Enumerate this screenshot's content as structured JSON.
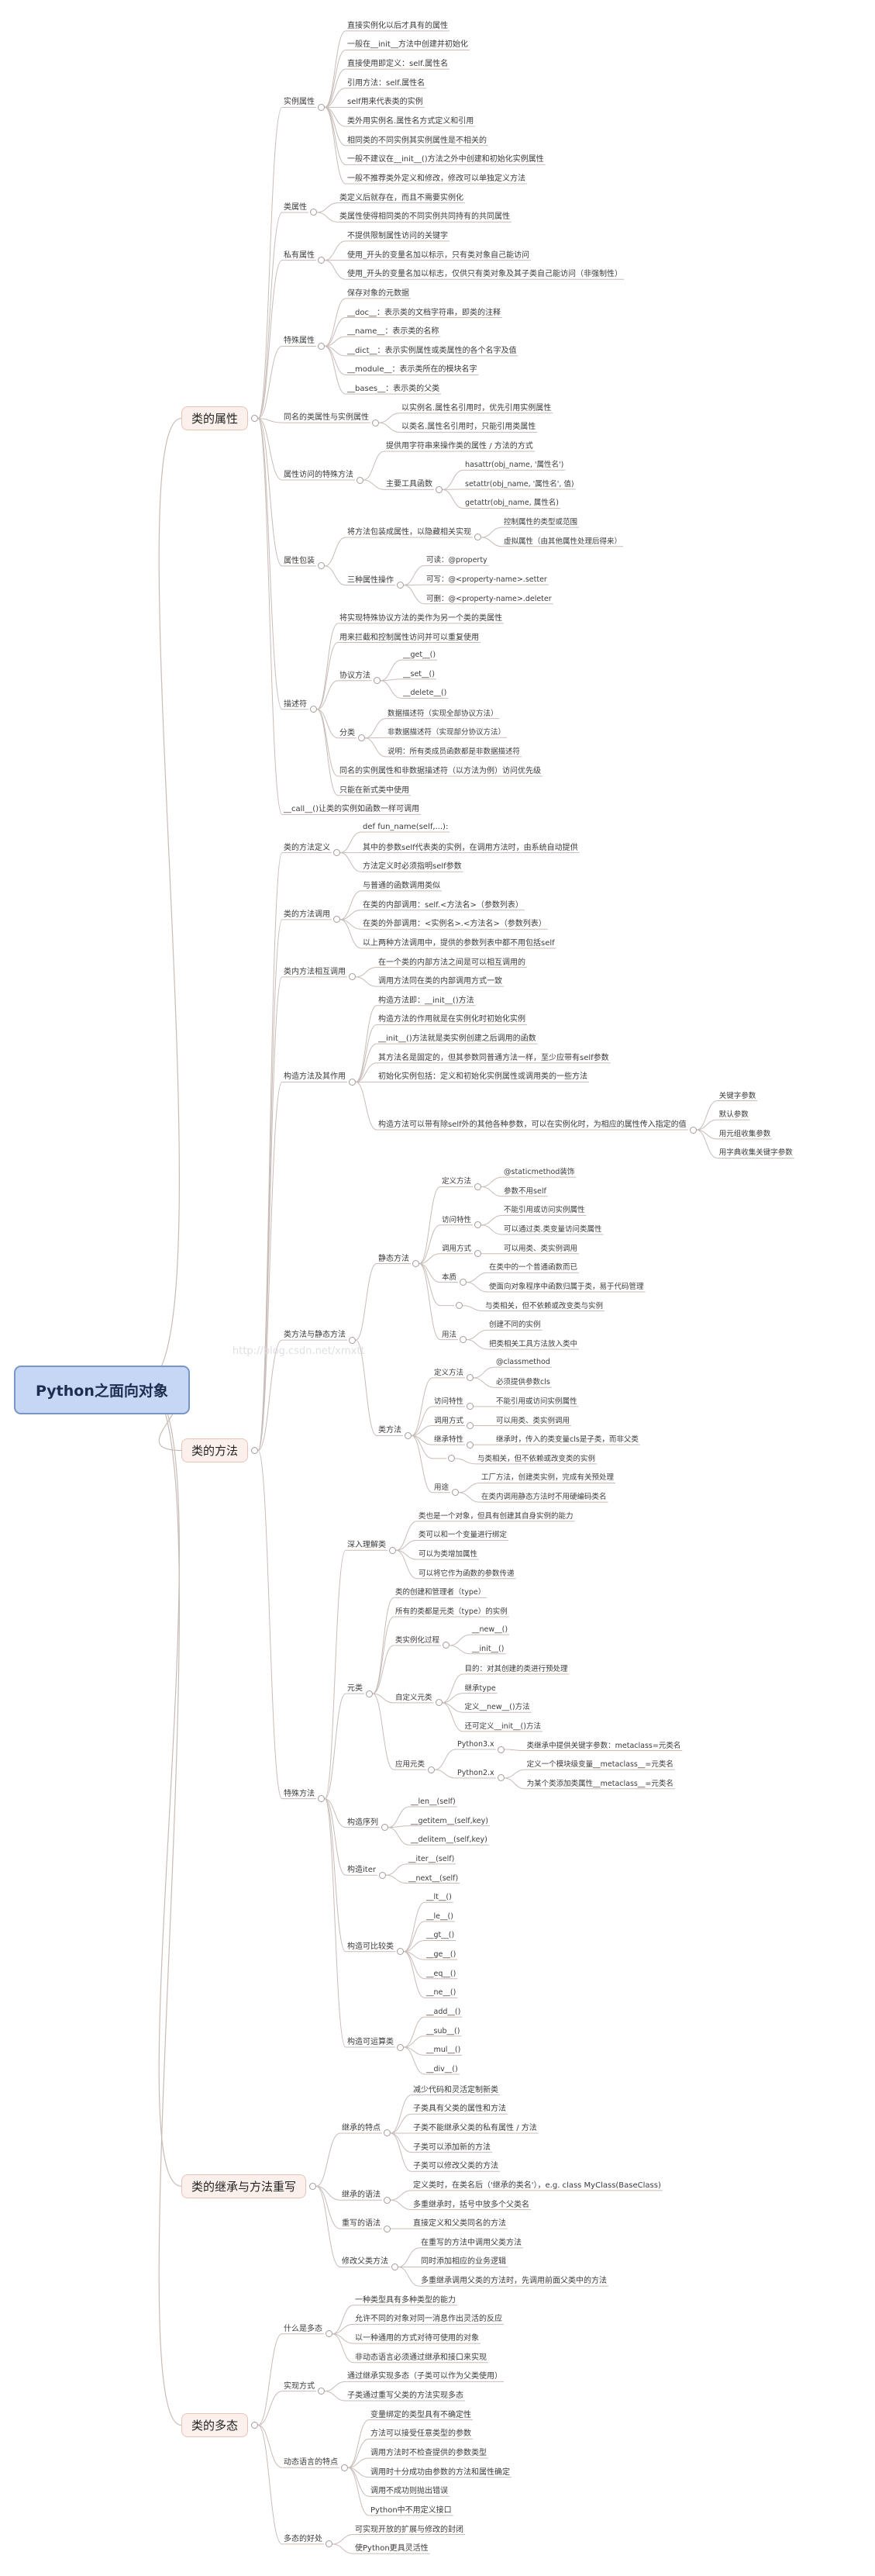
{
  "root": {
    "label": "Python之面向对象"
  },
  "watermark": "http://blog.csdn.net/xmxtt",
  "colors": {
    "line": "#c8bcb8",
    "root_fill": "#c6d7f5",
    "branch_fill": "#fbf0ec"
  },
  "tree": [
    {
      "text": "类的属性",
      "children": [
        {
          "text": "实例属性",
          "children": [
            {
              "text": "直接实例化以后才具有的属性"
            },
            {
              "text": "一般在__init__方法中创建并初始化"
            },
            {
              "text": "直接使用即定义：self.属性名"
            },
            {
              "text": "引用方法：self.属性名"
            },
            {
              "text": "self用来代表类的实例"
            },
            {
              "text": "类外用实例名.属性名方式定义和引用"
            },
            {
              "text": "相同类的不同实例其实例属性是不相关的"
            },
            {
              "text": "一般不建议在__init__()方法之外中创建和初始化实例属性"
            },
            {
              "text": "一般不推荐类外定义和修改，修改可以单独定义方法"
            }
          ]
        },
        {
          "text": "类属性",
          "children": [
            {
              "text": "类定义后就存在，而且不需要实例化"
            },
            {
              "text": "类属性使得相同类的不同实例共同持有的共同属性"
            }
          ]
        },
        {
          "text": "私有属性",
          "children": [
            {
              "text": "不提供限制属性访问的关键字"
            },
            {
              "text": "使用_开头的变量名加以标示，只有类对象自己能访问"
            },
            {
              "text": "使用_开头的变量名加以标志，仅供只有类对象及其子类自己能访问（非强制性）"
            }
          ]
        },
        {
          "text": "特殊属性",
          "children": [
            {
              "text": "保存对象的元数据"
            },
            {
              "text": "__doc__：表示类的文档字符串，即类的注释"
            },
            {
              "text": "__name__：表示类的名称"
            },
            {
              "text": "__dict__：表示实例属性或类属性的各个名字及值"
            },
            {
              "text": "__module__：表示类所在的模块名字"
            },
            {
              "text": "__bases__：表示类的父类"
            }
          ]
        },
        {
          "text": "同名的类属性与实例属性",
          "children": [
            {
              "text": "以实例名.属性名引用时，优先引用实例属性"
            },
            {
              "text": "以类名.属性名引用时，只能引用类属性"
            }
          ]
        },
        {
          "text": "属性访问的特殊方法",
          "children": [
            {
              "text": "提供用字符串来操作类的属性 / 方法的方式"
            },
            {
              "text": "主要工具函数",
              "children": [
                {
                  "text": "hasattr(obj_name, '属性名')"
                },
                {
                  "text": "setattr(obj_name, '属性名', 值)"
                },
                {
                  "text": "getattr(obj_name, 属性名)"
                }
              ]
            }
          ]
        },
        {
          "text": "属性包装",
          "children": [
            {
              "text": "将方法包装成属性，以隐藏相关实现",
              "children": [
                {
                  "text": "控制属性的类型或范围"
                },
                {
                  "text": "虚拟属性（由其他属性处理后得来）"
                }
              ]
            },
            {
              "text": "三种属性操作",
              "children": [
                {
                  "text": "可读：@property"
                },
                {
                  "text": "可写：@<property-name>.setter"
                },
                {
                  "text": "可删：@<property-name>.deleter"
                }
              ]
            }
          ]
        },
        {
          "text": "描述符",
          "children": [
            {
              "text": "将实现特殊协议方法的类作为另一个类的类属性"
            },
            {
              "text": "用来拦截和控制属性访问并可以重复使用"
            },
            {
              "text": "协议方法",
              "children": [
                {
                  "text": "__get__()"
                },
                {
                  "text": "__set__()"
                },
                {
                  "text": "__delete__()"
                }
              ]
            },
            {
              "text": "分类",
              "children": [
                {
                  "text": "数据描述符（实现全部协议方法）"
                },
                {
                  "text": "非数据描述符（实现部分协议方法）"
                },
                {
                  "text": "说明：所有类成员函数都是非数据描述符"
                }
              ]
            },
            {
              "text": "同名的实例属性和非数据描述符（以方法为例）访问优先级"
            },
            {
              "text": "只能在新式类中使用"
            }
          ]
        },
        {
          "text": "__call__()让类的实例如函数一样可调用"
        }
      ]
    },
    {
      "text": "类的方法",
      "children": [
        {
          "text": "类的方法定义",
          "children": [
            {
              "text": "def fun_name(self,...):"
            },
            {
              "text": "其中的参数self代表类的实例，在调用方法时，由系统自动提供"
            },
            {
              "text": "方法定义时必须指明self参数"
            }
          ]
        },
        {
          "text": "类的方法调用",
          "children": [
            {
              "text": "与普通的函数调用类似"
            },
            {
              "text": "在类的内部调用：self.<方法名>（参数列表）"
            },
            {
              "text": "在类的外部调用：<实例名>.<方法名>（参数列表）"
            },
            {
              "text": "以上两种方法调用中，提供的参数列表中都不用包括self"
            }
          ]
        },
        {
          "text": "类内方法相互调用",
          "children": [
            {
              "text": "在一个类的内部方法之间是可以相互调用的"
            },
            {
              "text": "调用方法同在类的内部调用方式一致"
            }
          ]
        },
        {
          "text": "构造方法及其作用",
          "children": [
            {
              "text": "构造方法即：__init__()方法"
            },
            {
              "text": "构造方法的作用就是在实例化时初始化实例"
            },
            {
              "text": "__init__()方法就是类实例创建之后调用的函数"
            },
            {
              "text": "其方法名是固定的，但其参数同普通方法一样，至少应带有self参数"
            },
            {
              "text": "初始化实例包括：定义和初始化实例属性或调用类的一些方法"
            },
            {
              "text": "构造方法可以带有除self外的其他各种参数，可以在实例化时，为相应的属性传入指定的值",
              "children": [
                {
                  "text": "关键字参数"
                },
                {
                  "text": "默认参数"
                },
                {
                  "text": "用元组收集参数"
                },
                {
                  "text": "用字典收集关键字参数"
                }
              ]
            }
          ]
        },
        {
          "text": "类方法与静态方法",
          "children": [
            {
              "text": "静态方法",
              "children": [
                {
                  "text": "定义方法",
                  "children": [
                    {
                      "text": "@staticmethod装饰"
                    },
                    {
                      "text": "参数不用self"
                    }
                  ]
                },
                {
                  "text": "访问特性",
                  "children": [
                    {
                      "text": "不能引用或访问实例属性"
                    },
                    {
                      "text": "可以通过类.类变量访问类属性"
                    }
                  ]
                },
                {
                  "text": "调用方式",
                  "children": [
                    {
                      "text": "可以用类、类实例调用"
                    }
                  ]
                },
                {
                  "text": "本质",
                  "children": [
                    {
                      "text": "在类中的一个普通函数而已"
                    },
                    {
                      "text": "使面向对象程序中函数归属于类，易于代码管理"
                    }
                  ]
                },
                {
                  "text": "",
                  "children": [
                    {
                      "text": "与类相关，但不依赖或改变类与实例"
                    }
                  ]
                },
                {
                  "text": "用法",
                  "children": [
                    {
                      "text": "创建不同的实例"
                    },
                    {
                      "text": "把类相关工具方法放入类中"
                    }
                  ]
                }
              ]
            },
            {
              "text": "类方法",
              "children": [
                {
                  "text": "定义方法",
                  "children": [
                    {
                      "text": "@classmethod"
                    },
                    {
                      "text": "必须提供参数cls"
                    }
                  ]
                },
                {
                  "text": "访问特性",
                  "children": [
                    {
                      "text": "不能引用或访问实例属性"
                    }
                  ]
                },
                {
                  "text": "调用方式",
                  "children": [
                    {
                      "text": "可以用类、类实例调用"
                    }
                  ]
                },
                {
                  "text": "继承特性",
                  "children": [
                    {
                      "text": "继承时，传入的类变量cls是子类，而非父类"
                    }
                  ]
                },
                {
                  "text": "",
                  "children": [
                    {
                      "text": "与类相关，但不依赖或改变类的实例"
                    }
                  ]
                },
                {
                  "text": "用途",
                  "children": [
                    {
                      "text": "工厂方法，创建类实例，完成有关预处理"
                    },
                    {
                      "text": "在类内调用静态方法时不用硬编码类名"
                    }
                  ]
                }
              ]
            }
          ]
        },
        {
          "text": "特殊方法",
          "children": [
            {
              "text": "深入理解类",
              "children": [
                {
                  "text": "类也是一个对象，但具有创建其自身实例的能力"
                },
                {
                  "text": "类可以和一个变量进行绑定"
                },
                {
                  "text": "可以为类增加属性"
                },
                {
                  "text": "可以将它作为函数的参数传递"
                }
              ]
            },
            {
              "text": "元类",
              "children": [
                {
                  "text": "类的创建和管理者（type）"
                },
                {
                  "text": "所有的类都是元类（type）的实例"
                },
                {
                  "text": "类实例化过程",
                  "children": [
                    {
                      "text": "__new__()"
                    },
                    {
                      "text": "__init__()"
                    }
                  ]
                },
                {
                  "text": "自定义元类",
                  "children": [
                    {
                      "text": "目的：对其创建的类进行预处理"
                    },
                    {
                      "text": "继承type"
                    },
                    {
                      "text": "定义__new__()方法"
                    },
                    {
                      "text": "还可定义__init__()方法"
                    }
                  ]
                },
                {
                  "text": "应用元类",
                  "children": [
                    {
                      "text": "Python3.x",
                      "children": [
                        {
                          "text": "类继承中提供关键字参数：metaclass=元类名"
                        }
                      ]
                    },
                    {
                      "text": "Python2.x",
                      "children": [
                        {
                          "text": "定义一个模块级变量__metaclass__=元类名"
                        },
                        {
                          "text": "为某个类添加类属性__metaclass__=元类名"
                        }
                      ]
                    }
                  ]
                }
              ]
            },
            {
              "text": "构造序列",
              "children": [
                {
                  "text": "__len__(self)"
                },
                {
                  "text": "__getitem__(self,key)"
                },
                {
                  "text": "__delitem__(self,key)"
                }
              ]
            },
            {
              "text": "构造iter",
              "children": [
                {
                  "text": "__iter__(self)"
                },
                {
                  "text": "__next__(self)"
                }
              ]
            },
            {
              "text": "构造可比较类",
              "children": [
                {
                  "text": "__lt__()"
                },
                {
                  "text": "__le__()"
                },
                {
                  "text": "__gt__()"
                },
                {
                  "text": "__ge__()"
                },
                {
                  "text": "__eq__()"
                },
                {
                  "text": "__ne__()"
                }
              ]
            },
            {
              "text": "构造可运算类",
              "children": [
                {
                  "text": "__add__()"
                },
                {
                  "text": "__sub__()"
                },
                {
                  "text": "__mul__()"
                },
                {
                  "text": "__div__()"
                }
              ]
            }
          ]
        }
      ]
    },
    {
      "text": "类的继承与方法重写",
      "children": [
        {
          "text": "继承的特点",
          "children": [
            {
              "text": "减少代码和灵活定制新类"
            },
            {
              "text": "子类具有父类的属性和方法"
            },
            {
              "text": "子类不能继承父类的私有属性 / 方法"
            },
            {
              "text": "子类可以添加新的方法"
            },
            {
              "text": "子类可以修改父类的方法"
            }
          ]
        },
        {
          "text": "继承的语法",
          "children": [
            {
              "text": "定义类时，在类名后（'继承的类名'），e.g. class MyClass(BaseClass)"
            },
            {
              "text": "多重继承时，括号中放多个父类名"
            }
          ]
        },
        {
          "text": "重写的语法",
          "children": [
            {
              "text": "直接定义和父类同名的方法"
            }
          ]
        },
        {
          "text": "修改父类方法",
          "children": [
            {
              "text": "在重写的方法中调用父类方法"
            },
            {
              "text": "同时添加相应的业务逻辑"
            },
            {
              "text": "多重继承调用父类的方法时，先调用前面父类中的方法"
            }
          ]
        }
      ]
    },
    {
      "text": "类的多态",
      "children": [
        {
          "text": "什么是多态",
          "children": [
            {
              "text": "一种类型具有多种类型的能力"
            },
            {
              "text": "允许不同的对象对同一消息作出灵活的反应"
            },
            {
              "text": "以一种通用的方式对待可使用的对象"
            },
            {
              "text": "非动态语言必须通过继承和接口来实现"
            }
          ]
        },
        {
          "text": "实现方式",
          "children": [
            {
              "text": "通过继承实现多态（子类可以作为父类使用）"
            },
            {
              "text": "子类通过重写父类的方法实现多态"
            }
          ]
        },
        {
          "text": "动态语言的特点",
          "children": [
            {
              "text": "变量绑定的类型具有不确定性"
            },
            {
              "text": "方法可以接受任意类型的参数"
            },
            {
              "text": "调用方法时不检查提供的参数类型"
            },
            {
              "text": "调用时十分成功由参数的方法和属性确定"
            },
            {
              "text": "调用不成功则抛出错误"
            },
            {
              "text": "Python中不用定义接口"
            }
          ]
        },
        {
          "text": "多态的好处",
          "children": [
            {
              "text": "可实现开放的扩展与修改的封闭"
            },
            {
              "text": "使Python更具灵活性"
            }
          ]
        }
      ]
    }
  ]
}
